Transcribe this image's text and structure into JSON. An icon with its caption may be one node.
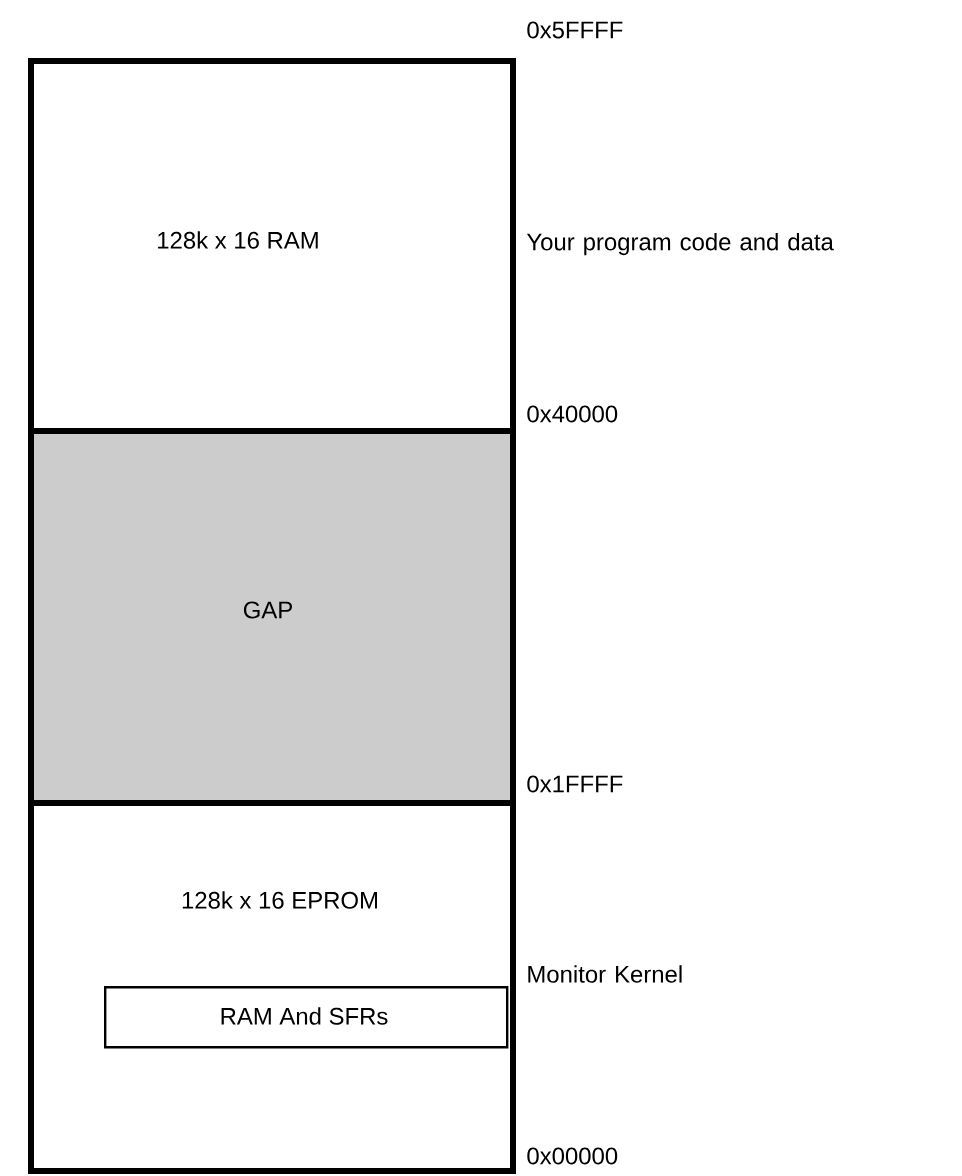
{
  "diagram": {
    "nodes": [
      {
        "text": [
          "128k x 16 RAM"
        ]
      },
      {
        "text": [
          "GAP"
        ]
      },
      {
        "text": [
          "128k x 16 EPROM"
        ]
      },
      {
        "text": [
          "RAM And SFRs"
        ],
        "in": 2
      }
    ],
    "labels": [
      "0x5FFFF",
      "Your program code and data",
      "0x40000",
      "0x1FFFF",
      "Monitor Kernel",
      "0x00000"
    ]
  }
}
